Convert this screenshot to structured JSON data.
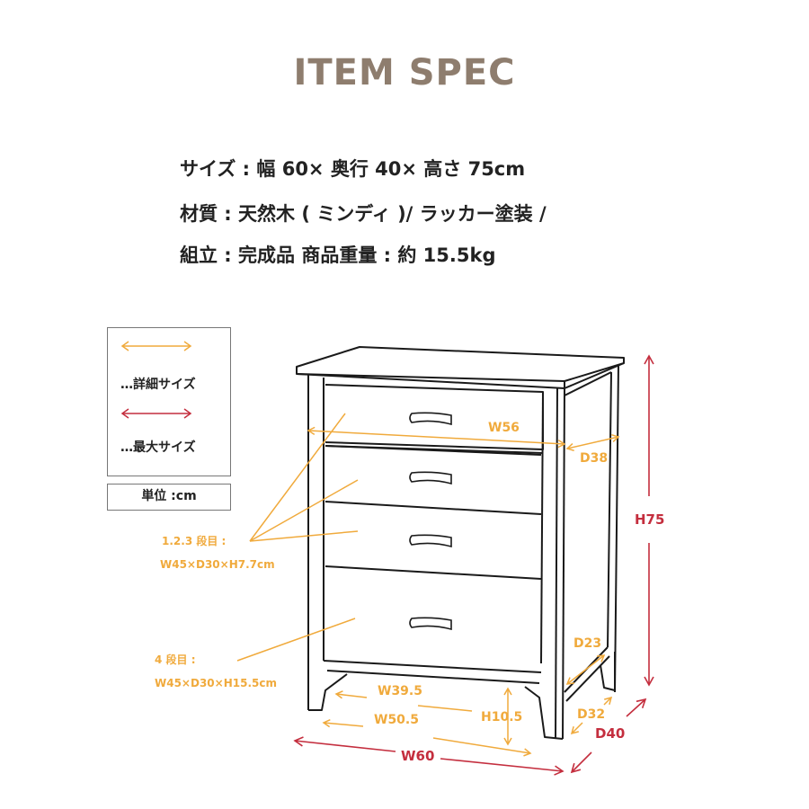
{
  "header": {
    "title": "ITEM SPEC"
  },
  "specs": [
    "サイズ : 幅 60× 奥行 40× 高さ 75cm",
    "材質 : 天然木 ( ミンディ )/ ラッカー塗装 /",
    "組立 : 完成品 商品重量 : 約 15.5kg"
  ],
  "legend": {
    "detail_label": "…詳細サイズ",
    "max_label": "…最大サイズ",
    "unit": "単位 :cm",
    "colors": {
      "detail": "#f0aa3c",
      "max": "#c42e3e"
    }
  },
  "drawers": {
    "upper_title": "1.2.3 段目 :",
    "upper_size": "W45×D30×H7.7cm",
    "lower_title": "4 段目 :",
    "lower_size": "W45×D30×H15.5cm"
  },
  "dimensions": {
    "w56": "W56",
    "d38": "D38",
    "h75": "H75",
    "d23": "D23",
    "w39_5": "W39.5",
    "w50_5": "W50.5",
    "h10_5": "H10.5",
    "d32": "D32",
    "d40": "D40",
    "w60": "W60"
  }
}
